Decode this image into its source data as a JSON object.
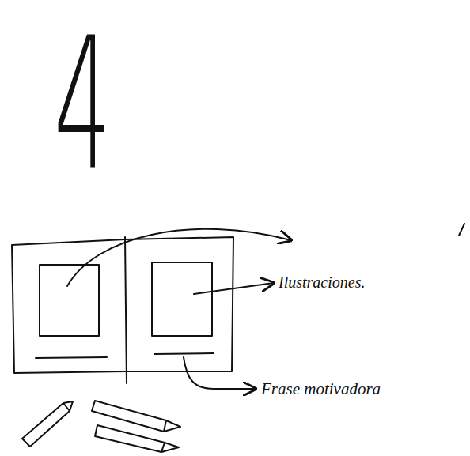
{
  "diagram": {
    "labels": [
      "4",
      "Ilustraciones.",
      "Frase motivadora"
    ]
  }
}
